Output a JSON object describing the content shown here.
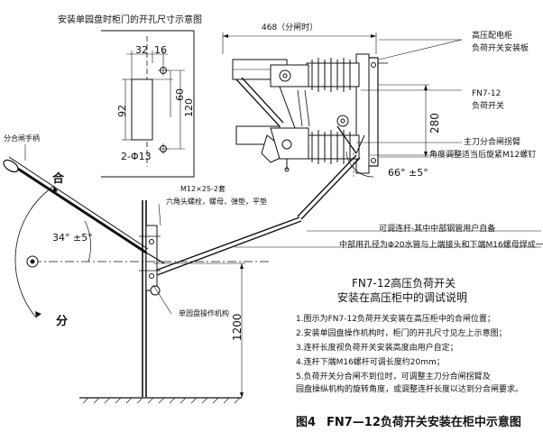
{
  "panel_cutout": {
    "title": "安装单园盘时柜门的开孔尺寸示意图",
    "dims": {
      "d32": "32",
      "d16": "16",
      "d60": "60",
      "d120": "120",
      "d92": "92",
      "holes": "2-Φ13"
    }
  },
  "top_dims": {
    "width_label": "468（分闸时）",
    "height_280": "280",
    "angle_66": "66° ±5°"
  },
  "right_labels": {
    "board_line1": "高压配电柜",
    "board_line2": "负荷开关安装板",
    "switch_line1": "FN7-12",
    "switch_line2": "负荷开关",
    "arm_line1": "主刀分合闸拐臂",
    "arm_line2": "角度调整适当后旋紧M12螺钉"
  },
  "handle": {
    "label": "分合闸手柄",
    "close": "合",
    "open": "分",
    "angle": "34° ±5°"
  },
  "bolt": {
    "size": "M12×25-2套",
    "desc": "六角头螺栓，螺母，弹垫，平垫"
  },
  "rod_note": {
    "line1": "可调连杆-其中中部钢管用户自备",
    "line2": "中部用孔径为Φ20水管与上端接头和下端M16螺母焊成一体"
  },
  "mechanism": {
    "label": "单园盘操作机构",
    "height_1200": "1200"
  },
  "instructions": {
    "title_line1": "FN7-12高压负荷开关",
    "title_line2": "安装在高压柜中的调试说明",
    "items": [
      "1.图示为FN7-12负荷开关安装在高压柜中的合闸位置；",
      "2.安装单园盘操作机构时，柜门的开孔尺寸见左上示意图；",
      "3.连杆长度视负荷开关安装高度由用户自定；",
      "4.连杆下端M16螺杆可调长度约20mm；",
      "5.负荷开关分合闸不到位时，可调整主刀分合闸拐臂及",
      "   园盘操纵机构的旋转角度，或调整连杆长度以达到分合闸要求。"
    ]
  },
  "caption": {
    "fig": "图4",
    "text": "FN7—12负荷开关安装在柜中示意图"
  }
}
